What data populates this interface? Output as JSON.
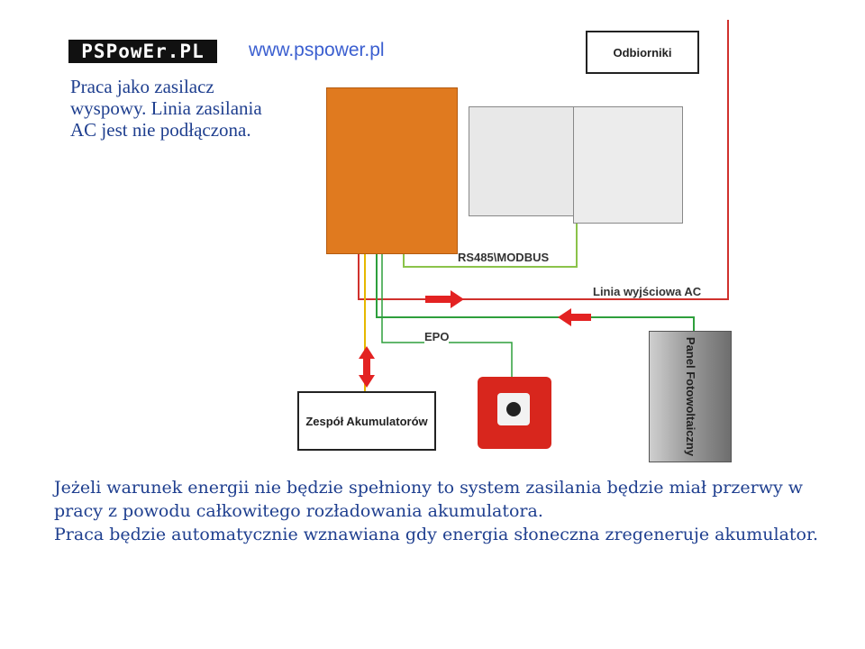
{
  "logo": {
    "text": "PSPowEr.PL"
  },
  "header": {
    "website": "www.pspower.pl"
  },
  "intro": {
    "text": "Praca jako zasilacz wyspowy. Linia zasilania AC jest nie podłączona."
  },
  "diagram": {
    "receivers_label": "Odbiorniki",
    "rs485_label": "RS485\\MODBUS",
    "ac_output_label": "Linia wyjściowa AC",
    "epo_label": "EPO",
    "battery_label": "Zespół Akumulatorów",
    "pv_label": "Panel Fotowoltaiczny",
    "colors": {
      "ac_line": "#d0312d",
      "pv_line": "#2e9f3c",
      "rs_line": "#8bc34a",
      "battery_line": "#e6b800",
      "arrow": "#e32222",
      "device": "#e07a1f"
    }
  },
  "caption": {
    "line1": "Jeżeli warunek energii nie będzie spełniony to system zasilania będzie miał przerwy w pracy z powodu całkowitego rozładowania akumulatora.",
    "line2": "Praca będzie automatycznie wznawiana gdy energia słoneczna zregeneruje akumulator."
  }
}
